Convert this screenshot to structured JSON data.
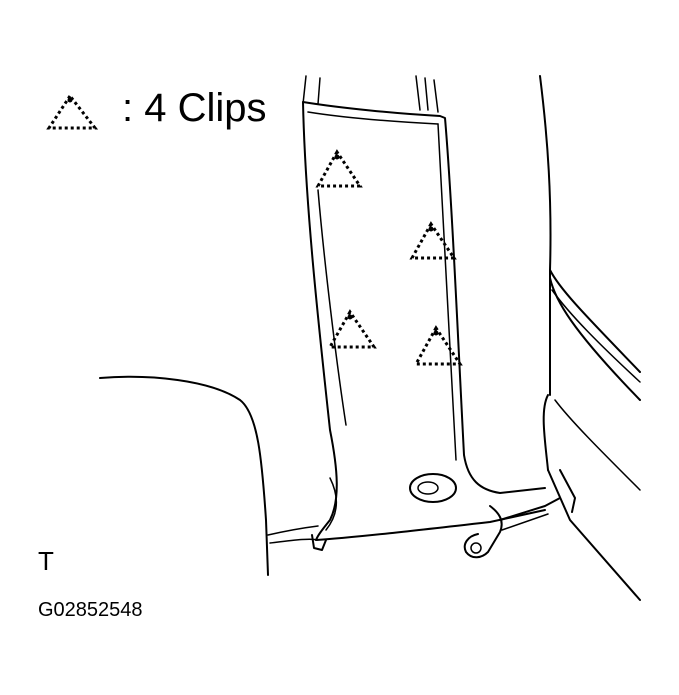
{
  "legend": {
    "symbol_icon": "dashed-triangle-clip-icon",
    "label": ": 4 Clips"
  },
  "front_marker": "T",
  "figure_code": "G02852548",
  "clip_count": 4
}
